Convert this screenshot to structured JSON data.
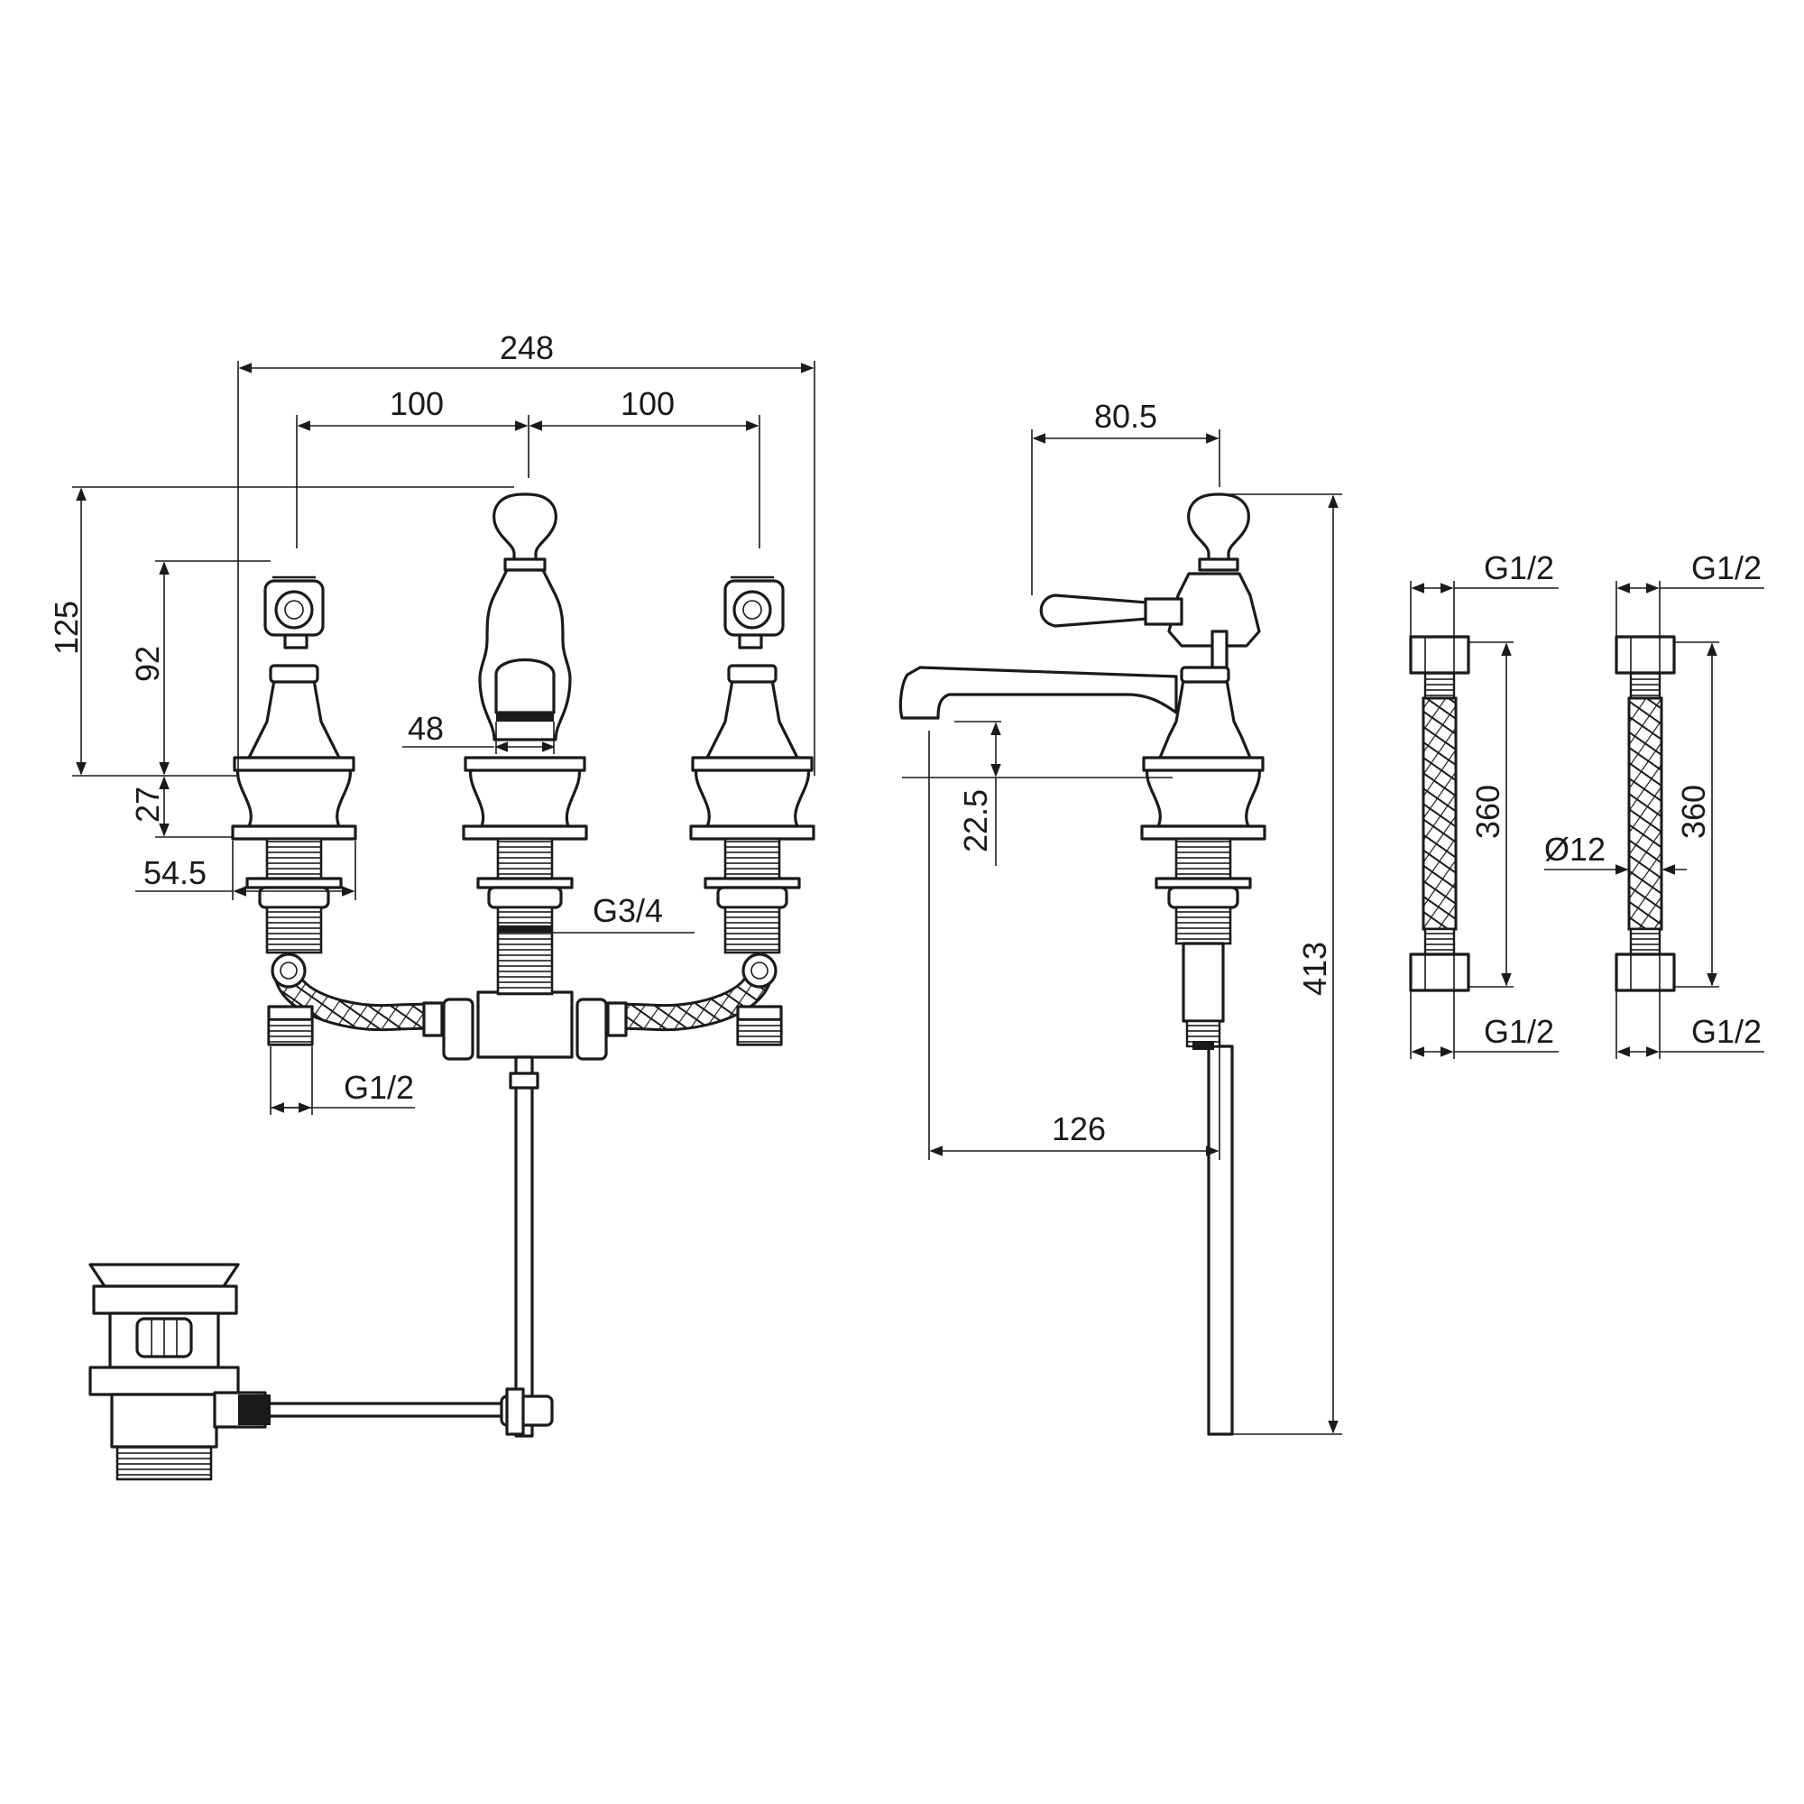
{
  "front_view": {
    "overall_width": "248",
    "spout_to_left_valve": "100",
    "spout_to_right_valve": "100",
    "total_height": "125",
    "valve_height": "92",
    "base_height": "27",
    "base_diameter": "54.5",
    "spout_outlet_width": "48",
    "spout_thread": "G3/4",
    "valve_inlet_thread": "G1/2"
  },
  "side_view": {
    "lever_reach": "80.5",
    "spout_projection": "126",
    "spout_clearance": "22.5",
    "overall_height": "413"
  },
  "flexible_hoses": [
    {
      "top_thread": "G1/2",
      "length": "360",
      "bottom_thread": "G1/2",
      "diameter": ""
    },
    {
      "top_thread": "G1/2",
      "length": "360",
      "bottom_thread": "G1/2",
      "diameter": "Ø12"
    }
  ]
}
